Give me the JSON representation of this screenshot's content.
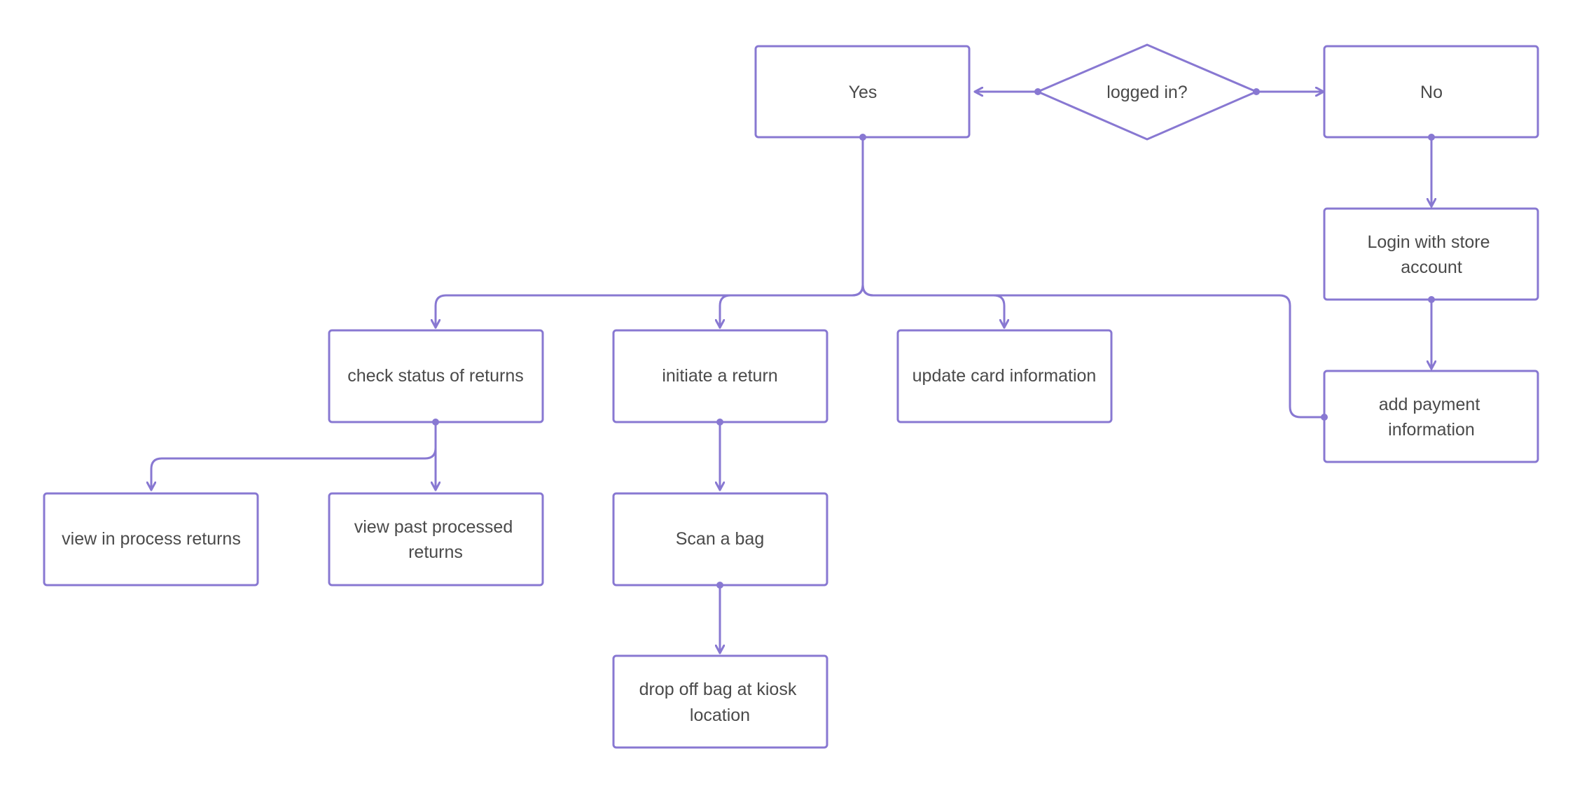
{
  "diagram": {
    "accent_color": "#8878d2",
    "nodes": {
      "decision": "logged in?",
      "yes": "Yes",
      "no": "No",
      "login_line1": "Login with store",
      "login_line2": "account",
      "payment_line1": "add payment",
      "payment_line2": "information",
      "check_status": "check status of returns",
      "initiate": "initiate a return",
      "update_card": "update card information",
      "view_in_process": "view in process returns",
      "view_past_line1": "view past processed",
      "view_past_line2": "returns",
      "scan_bag": "Scan a bag",
      "drop_off_line1": "drop off bag at kiosk",
      "drop_off_line2": "location"
    }
  }
}
